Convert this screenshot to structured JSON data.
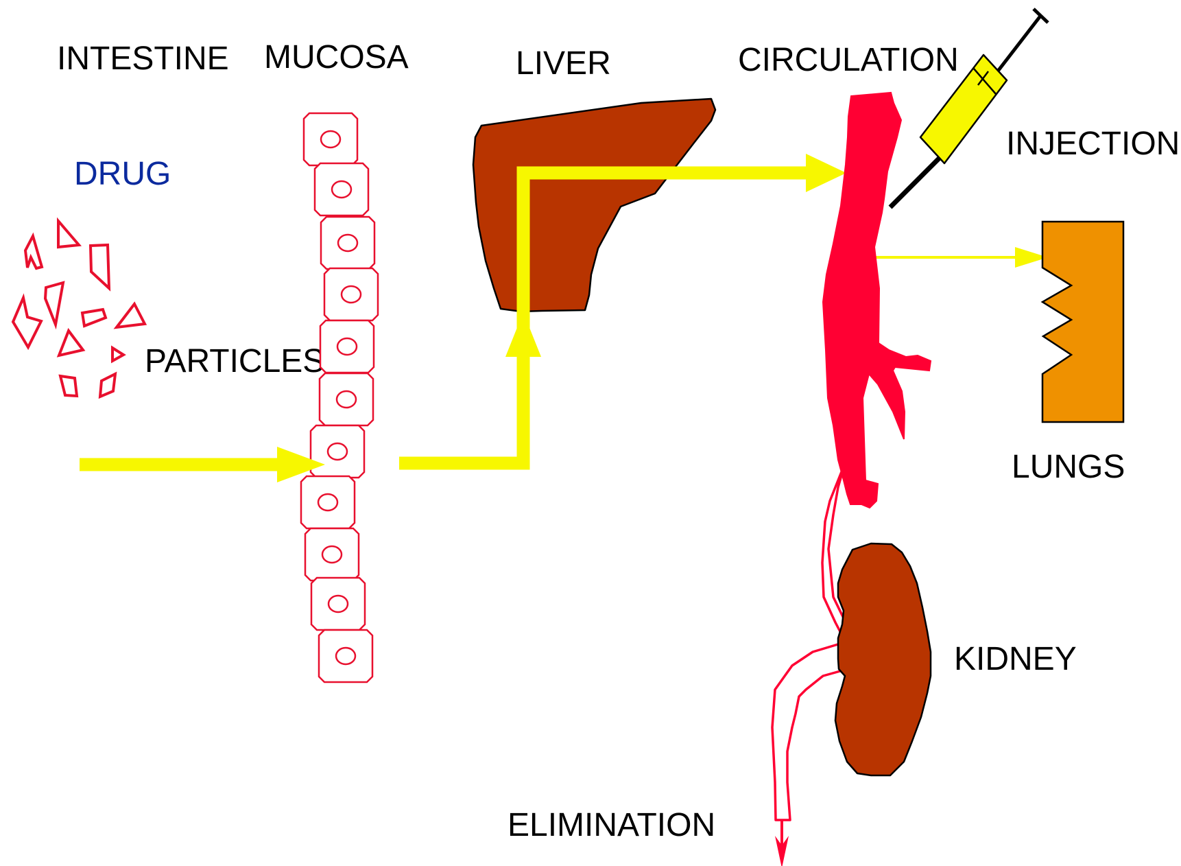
{
  "labels": {
    "intestine": "INTESTINE",
    "mucosa": "MUCOSA",
    "liver": "LIVER",
    "circulation": "CIRCULATION",
    "injection": "INJECTION",
    "drug": "DRUG",
    "particles": "PARTICLES",
    "lungs": "LUNGS",
    "kidney": "KIDNEY",
    "elimination": "ELIMINATION"
  },
  "colors": {
    "flow_arrow": "#f7f700",
    "vessel": "#ff0033",
    "organ_brown": "#b83400",
    "lungs": "#ef9100",
    "syringe": "#f7f700",
    "drug_text": "#0b2a9e",
    "particle_stroke": "#e8102e",
    "cell_stroke": "#e8102e"
  },
  "icons": {
    "syringe": "syringe-icon",
    "liver": "liver-shape",
    "kidney": "kidney-shape",
    "lungs": "lungs-shape",
    "blood_vessel": "blood-vessel-shape"
  }
}
